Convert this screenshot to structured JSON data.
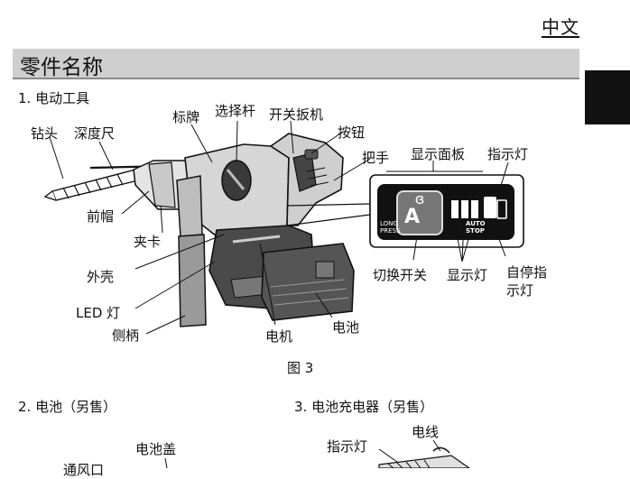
{
  "header": {
    "language": "中文"
  },
  "page_title": "零件名称",
  "section1": {
    "heading": "1. 电动工具",
    "labels": {
      "drill_bit": "钻头",
      "depth_gauge": "深度尺",
      "label_plate": "标牌",
      "selector_lever": "选择杆",
      "trigger": "开关扳机",
      "button": "按钮",
      "handle": "把手",
      "display_panel": "显示面板",
      "indicator_light": "指示灯",
      "front_cap": "前帽",
      "chuck": "夹卡",
      "housing": "外壳",
      "led_light": "LED 灯",
      "side_handle": "侧柄",
      "motor": "电机",
      "battery": "电池",
      "mode_switch": "切换开关",
      "display_light": "显示灯",
      "auto_stop_light": "自停指\n示灯"
    },
    "panel": {
      "mode_letter": "A",
      "long_press": "LONG\nPRESS",
      "auto_stop": "AUTO\nSTOP"
    },
    "caption": "图 3"
  },
  "section2": {
    "heading": "2. 电池（另售）",
    "cover_label": "电池盖",
    "vent_label": "通风口"
  },
  "section3": {
    "heading": "3. 电池充电器（另售）",
    "indicator_label": "指示灯",
    "cord_label": "电线"
  }
}
